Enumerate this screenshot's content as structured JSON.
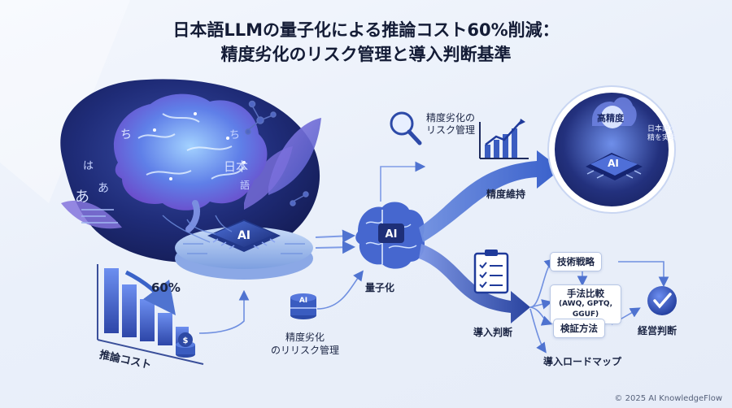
{
  "title": {
    "line1": "日本語LLMの量子化による推論コスト60%削減：",
    "line2": "精度劣化のリスク管理と導入判断基準"
  },
  "brain_glyphs": [
    "ち",
    "は",
    "あ",
    "ち",
    "日本",
    "あ",
    "語"
  ],
  "chip_ai": "AI",
  "cost_percent": "60%",
  "cost_label": "推論コスト",
  "db_ai": "AI",
  "risk_left": {
    "line1": "精度劣化",
    "line2": "のリリスク管理"
  },
  "risk_top": {
    "line1": "精度劣化の",
    "line2": "リスク管理"
  },
  "quantize_label": "量子化",
  "maintain_label": "精度維持",
  "high_precision": "高精度",
  "precision_note": {
    "line1": "日本語の",
    "line2": "精を実現"
  },
  "top_chip_ai": "AI",
  "decision_label": "導入判断",
  "strategy": {
    "tech": "技術戦略",
    "compare": "手法比較",
    "compare_sub": "(AWQ, GPTQ, GGUF)",
    "verify": "検証方法",
    "roadmap": "導入ロードマップ",
    "business": "経営判断"
  },
  "footer": "© 2025 AI KnowledgeFlow",
  "colors": {
    "accent": "#3a63c8",
    "deep": "#1f3a8a",
    "purple": "#6f5fd0",
    "title": "#141c36"
  }
}
